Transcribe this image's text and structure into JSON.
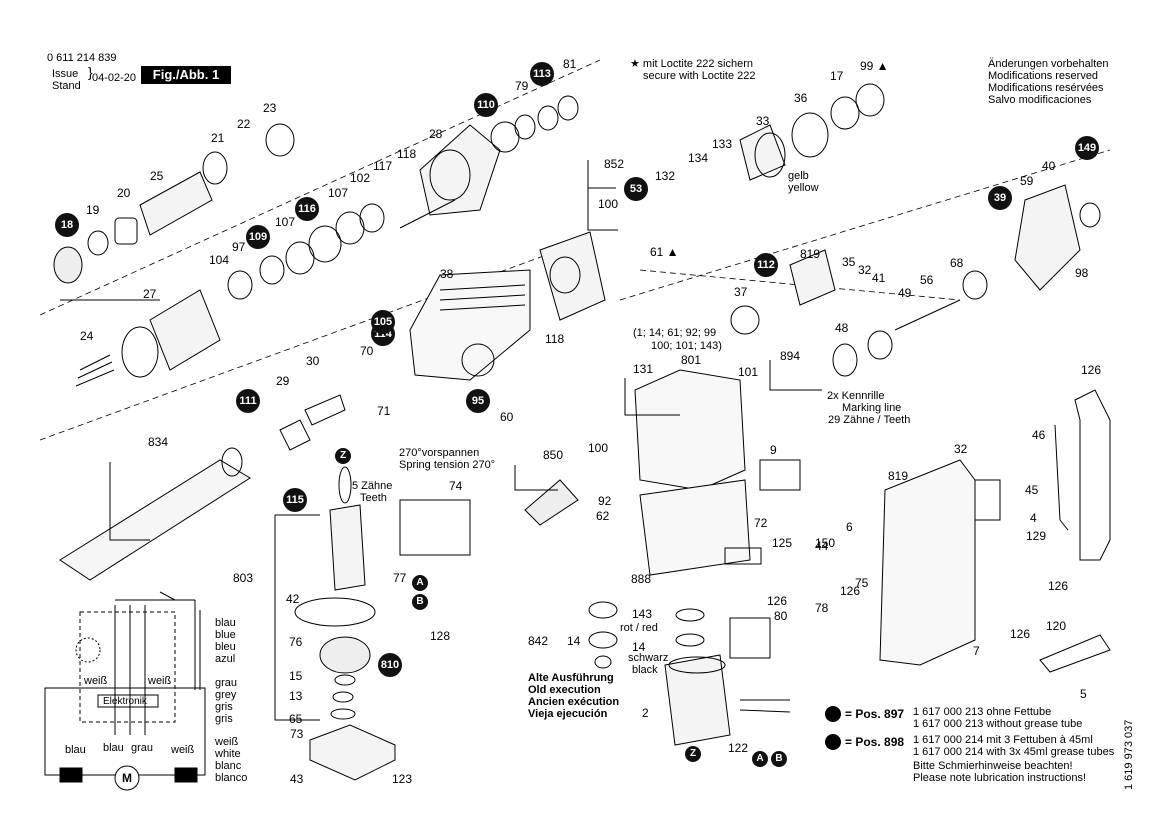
{
  "header": {
    "part_number": "0 611 214 839",
    "issue_label_1": "Issue",
    "issue_label_2": "Stand",
    "issue_date": "04-02-20",
    "figure": "Fig./Abb. 1"
  },
  "loctite_note": {
    "line_1": "★ mit Loctite 222 sichern",
    "line_2": "secure with Loctite 222"
  },
  "modifications": [
    "Änderungen vorbehalten",
    "Modifications reserved",
    "Modifications resérvées",
    "Salvo modificaciones"
  ],
  "spring_note": [
    "270°vorspannen",
    "Spring tension 270°"
  ],
  "teeth_note": [
    "5 Zähne",
    "Teeth"
  ],
  "gelb_note": [
    "gelb",
    "yellow"
  ],
  "marking_note": [
    "2x Kennrille",
    "Marking line",
    "29 Zähne / Teeth"
  ],
  "alt_note": [
    "Alte Ausführung",
    "Old execution",
    "Ancien exécution",
    "Vieja ejecución"
  ],
  "colors_rot": "rot / red",
  "colors_schwarz": [
    "schwarz",
    "black"
  ],
  "wire_blau": [
    "blau",
    "blue",
    "bleu",
    "azul"
  ],
  "wire_grau": [
    "grau",
    "grey",
    "gris",
    "gris"
  ],
  "wire_weiss": [
    "weiß",
    "white",
    "blanc",
    "blanco"
  ],
  "circuit": {
    "elektronik": "Elektronik",
    "weiss": "weiß",
    "blau": "blau",
    "grau": "grau",
    "motor": "M"
  },
  "grease": {
    "pos_897": "= Pos. 897",
    "pos_898": "= Pos. 898",
    "lines_897": [
      "1 617 000 213 ohne Fettube",
      "1 617 000 213 without grease tube"
    ],
    "lines_898": [
      "1 617 000 214 mit 3 Fettuben à 45ml",
      "1 617 000 214 with 3x 45ml grease tubes"
    ],
    "note_de": "Bitte Schmierhinweise beachten!",
    "note_en": "Please note lubrication instructions!"
  },
  "side_code": "1 619 973 037",
  "paren_list": [
    "(1; 14; 61; 92; 99",
    "100; 101; 143)"
  ],
  "callouts_filled": [
    "113",
    "110",
    "18",
    "109",
    "116",
    "114",
    "105",
    "95",
    "111",
    "115",
    "53",
    "112",
    "39",
    "149",
    "810"
  ],
  "callouts_letters": [
    "Z",
    "A",
    "B"
  ],
  "part_numbers": [
    "81",
    "79",
    "99 ▲",
    "17",
    "36",
    "33",
    "133",
    "134",
    "132",
    "852",
    "100",
    "61 ▲",
    "28",
    "118",
    "117",
    "102",
    "107",
    "107",
    "97",
    "104",
    "27",
    "24",
    "21",
    "22",
    "23",
    "25",
    "20",
    "19",
    "38",
    "70",
    "71",
    "60",
    "30",
    "29",
    "834",
    "74",
    "77",
    "42",
    "76",
    "15",
    "13",
    "65",
    "73",
    "43",
    "123",
    "803",
    "128",
    "850",
    "100",
    "92",
    "62",
    "888",
    "9",
    "72",
    "125",
    "131",
    "801",
    "101",
    "894",
    "48",
    "49",
    "56",
    "68",
    "98",
    "59",
    "40",
    "819",
    "37",
    "35",
    "32",
    "41",
    "32",
    "819",
    "45",
    "4",
    "129",
    "150",
    "126",
    "46",
    "6",
    "44",
    "126",
    "75",
    "78",
    "126",
    "7",
    "120",
    "126",
    "5",
    "842",
    "14",
    "143",
    "14",
    "126",
    "80",
    "2",
    "122",
    "118"
  ]
}
